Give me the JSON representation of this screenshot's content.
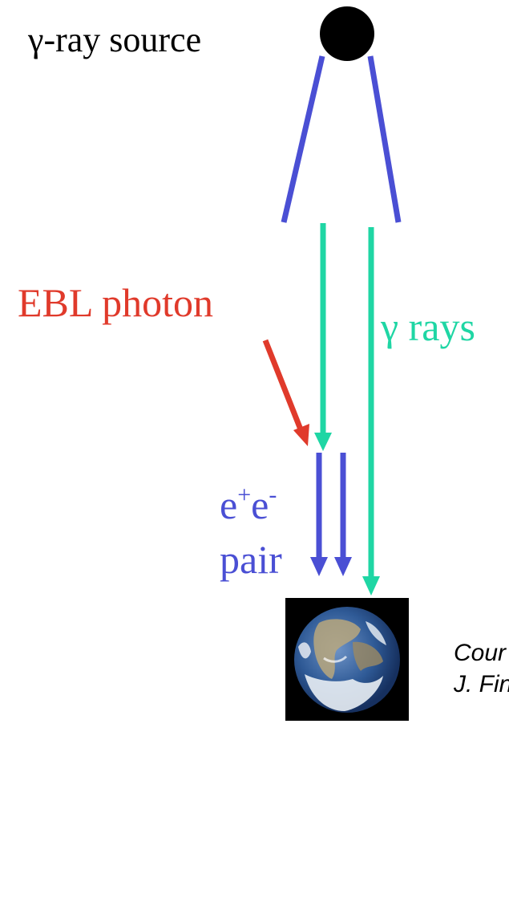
{
  "labels": {
    "source": "γ-ray source",
    "ebl_photon": "EBL photon",
    "gamma_rays": "γ rays",
    "pair_line1_e": "e",
    "pair_line1_plus": "+",
    "pair_line1_e2": "e",
    "pair_line1_minus": "-",
    "pair_line2": "pair",
    "credit_line1": "Cour",
    "credit_line2": "J. Fin"
  },
  "icons": {
    "source": "black-circle",
    "earth": "earth-globe"
  },
  "colors": {
    "background": "#ffffff",
    "source_dot": "#000000",
    "beam_cone": "#4a4fd4",
    "gamma_ray": "#1fd6a4",
    "ebl_photon": "#e03a2b",
    "pair": "#4a4fd4",
    "label_text": "#000000",
    "credit_text": "#000000"
  }
}
